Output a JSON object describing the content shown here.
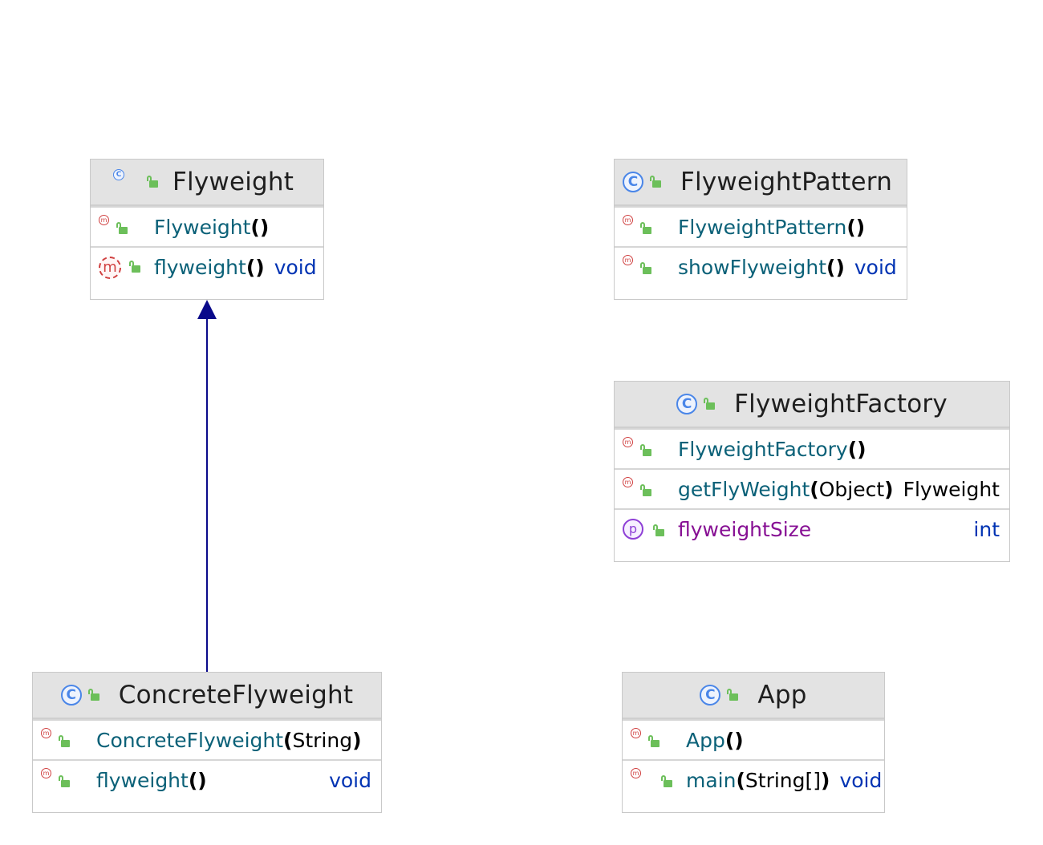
{
  "diagram": {
    "classes": {
      "flyweight": {
        "name": "Flyweight",
        "kind_icon": "class-icon-small",
        "members": [
          {
            "name": "Flyweight",
            "parens": "()",
            "ret": "",
            "kind": "method"
          },
          {
            "name": "flyweight",
            "parens": "()",
            "ret": "void",
            "kind": "abstract-method"
          }
        ]
      },
      "flyweight_pattern": {
        "name": "FlyweightPattern",
        "kind_icon": "class-icon",
        "members": [
          {
            "name": "FlyweightPattern",
            "parens": "()",
            "ret": "",
            "kind": "method"
          },
          {
            "name": "showFlyweight",
            "parens": "()",
            "ret": "void",
            "kind": "method"
          }
        ]
      },
      "flyweight_factory": {
        "name": "FlyweightFactory",
        "kind_icon": "class-icon",
        "members": [
          {
            "name": "FlyweightFactory",
            "parens": "()",
            "ret": "",
            "kind": "method"
          },
          {
            "name": "getFlyWeight",
            "open": "(",
            "arg": "Object",
            "close": ")",
            "ret": "Flyweight",
            "kind": "method"
          },
          {
            "name": "flyweightSize",
            "ret": "int",
            "kind": "property"
          }
        ]
      },
      "concrete_flyweight": {
        "name": "ConcreteFlyweight",
        "kind_icon": "class-icon",
        "members": [
          {
            "name": "ConcreteFlyweight",
            "open": "(",
            "arg": "String",
            "close": ")",
            "ret": "",
            "kind": "method"
          },
          {
            "name": "flyweight",
            "parens": "()",
            "ret": "void",
            "kind": "method"
          }
        ]
      },
      "app": {
        "name": "App",
        "kind_icon": "class-icon",
        "members": [
          {
            "name": "App",
            "parens": "()",
            "ret": "",
            "kind": "method"
          },
          {
            "name": "main",
            "open": "(",
            "arg": "String[]",
            "close": ")",
            "ret": "void",
            "kind": "method"
          }
        ]
      }
    },
    "relations": [
      {
        "from": "ConcreteFlyweight",
        "to": "Flyweight",
        "type": "inheritance",
        "color": "#0a0a8a"
      }
    ],
    "icons": {
      "class": "C",
      "method": "m",
      "property": "p"
    },
    "colors": {
      "header_bg": "#e3e3e3",
      "method_name": "#0b6178",
      "return_type": "#0033b3",
      "property_name": "#871094",
      "arrow": "#0a0a8a"
    }
  }
}
